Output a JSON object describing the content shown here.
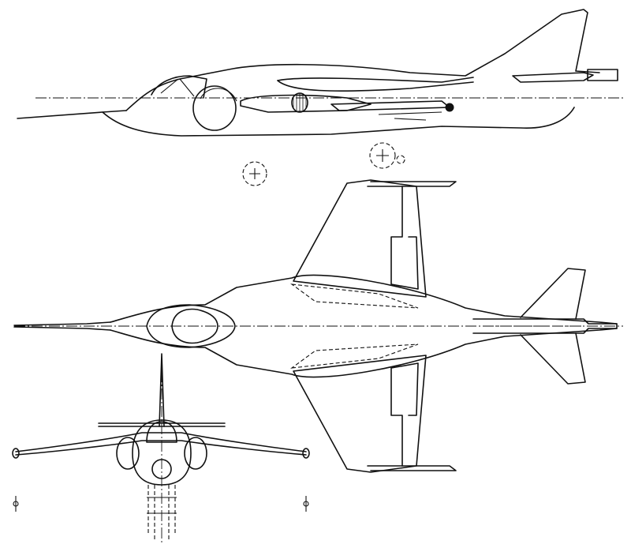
{
  "drawing": {
    "views": [
      "side-view",
      "top-view",
      "front-view"
    ],
    "line_color": "#111111",
    "background": "#ffffff"
  }
}
